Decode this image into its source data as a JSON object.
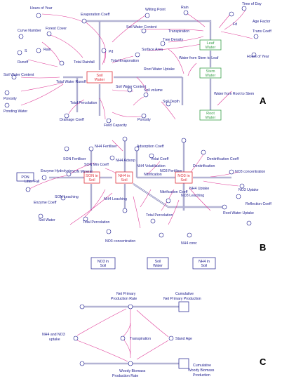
{
  "panels": {
    "a": {
      "letter": "A",
      "labels": {
        "hours_year_1": "Hours of Year",
        "evap_coeff": "Evaporation Coeff",
        "wilting_point": "Wilting Point",
        "rain_top": "Rain",
        "time_of_day": "Time of Day",
        "curve_number": "Curve Number",
        "forest_cover": "Forest Cover",
        "soil_water_content_top": "Soil Water Content",
        "transpiration": "Transpiration",
        "fd": "Fd",
        "age_factor": "Age Factor",
        "trans_coeff": "Trans Coeff",
        "rain_mid": "Rain",
        "s": "S",
        "total_rainfall": "Total Rainfall",
        "pd": "Pd",
        "surface_area": "Surface Area",
        "tree_density": "Tree Density",
        "leaf_water": "Leaf Water",
        "hours_year_2": "Hours of Year",
        "runoff": "Runoff",
        "total_evaporation": "Total Evaporation",
        "water_stem_leaf": "Water from Stem to Leaf",
        "soil_water_content_left": "Soil Water Content",
        "total_water_runoff": "Total Water Runoff",
        "soil_water": "Soil Water",
        "root_water_uptake": "Root Water Uptake",
        "stem_water": "Stem Water",
        "porosity_left": "Porosity",
        "soil_water_content_mid": "Soil Water Content",
        "soil_volume": "Soil volume",
        "water_root_stem": "Water from Root to Stem",
        "ponding_water": "Ponding Water",
        "total_percolation": "Total Percolation",
        "soil_depth": "Soil Depth",
        "drainage_coeff": "Drainage Coeff",
        "field_capacity": "Field Capacity",
        "porosity_mid": "Porosity",
        "root_water": "Root Water"
      }
    },
    "b": {
      "letter": "B",
      "labels": {
        "nh4_fertiliser": "NH4 Fertiliser",
        "adsorption_coeff": "Adsorption Coeff",
        "son_fertiliser": "SON Fertiliser",
        "son_min_coeff": "SON Min Coeff",
        "nh4_adsorp": "NH4 Adsorp",
        "volat_coeff": "Volat Coeff",
        "denitrification_coeff": "Denitrification Coeff",
        "litter_fall": "Litter Fall",
        "enzyme_hydrolysis": "Enzyme Hydrolysis",
        "nh4_volatilization": "NH4 Volatilization",
        "no3_fertiliser": "NO3 Fertiliser",
        "no3_concentration_top": "NO3 concentration",
        "denitrification": "Denitrification",
        "son_mineral": "SON Mineral",
        "nitrification": "Nitrification",
        "no3_uptake": "NO3 Uptake",
        "pon": "PON",
        "son_in_soil": "SON in Soil",
        "nh4_in_soil": "NH4 in Soil",
        "no3_in_soil": "NO3 in Soil",
        "nh4_uptake": "NH4 Uptake",
        "enzyme_coeff": "Enzyme Coeff",
        "son_leaching": "SON Leaching",
        "nh4_leaching": "NH4 Leaching",
        "nitrification_coeff": "Nitrification Coeff",
        "no3_leaching": "NO3 Leaching",
        "reflection_coeff": "Reflection Coeff",
        "soil_water": "Soil Water",
        "total_percolation_1": "Total Percolation",
        "total_percolation_2": "Total Percolation",
        "root_water_uptake": "Root Water Uptake",
        "no3_concentration_bottom": "NO3 concentration",
        "nh4_conc": "NH4 conc",
        "ghost_no3_in_soil": "NO3 in Soil",
        "ghost_soil_water": "Soil Water",
        "ghost_nh4_in_soil": "NH4 in Soil"
      }
    },
    "c": {
      "letter": "C",
      "labels": {
        "net_primary_production_rate": "Net Primary Production Rate",
        "cumulative_net_primary_production": "Cumulative Net Primary Production",
        "nh4_no3_uptake": "NH4 and NO3 uptake",
        "transpiration": "Transpiration",
        "stand_age": "Stand Age",
        "woody_biomass_production_rate": "Woody Biomass Production Rate",
        "cumulative_woody_biomass_production": "Cumulative Woody Biomass Production"
      }
    }
  },
  "colors": {
    "link": "#e0409a",
    "pipe": "#6a6aaa",
    "text": "#1a1a8c",
    "soil_stock": "#e0303a",
    "plant_stock": "#3aa04a"
  }
}
